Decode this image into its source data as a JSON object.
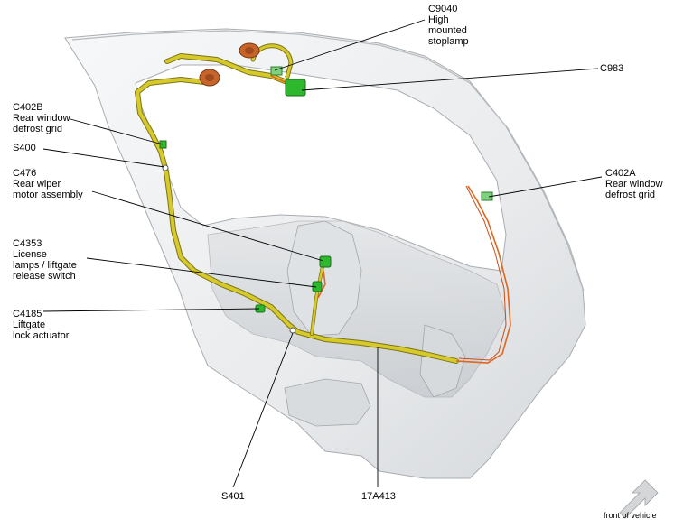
{
  "callouts": [
    {
      "id": "c9040",
      "lines": [
        "C9040",
        "High",
        "mounted",
        "stoplamp"
      ]
    },
    {
      "id": "c983",
      "lines": [
        "C983"
      ]
    },
    {
      "id": "c402b",
      "lines": [
        "C402B",
        "Rear window",
        "defrost grid"
      ]
    },
    {
      "id": "s400",
      "lines": [
        "S400"
      ]
    },
    {
      "id": "c476",
      "lines": [
        "C476",
        "Rear wiper",
        "motor assembly"
      ]
    },
    {
      "id": "c4353",
      "lines": [
        "C4353",
        "License",
        "lamps / liftgate",
        "release switch"
      ]
    },
    {
      "id": "c4185",
      "lines": [
        "C4185",
        "Liftgate",
        "lock actuator"
      ]
    },
    {
      "id": "c402a",
      "lines": [
        "C402A",
        "Rear window",
        "defrost grid"
      ]
    },
    {
      "id": "s401",
      "lines": [
        "S401"
      ]
    },
    {
      "id": "h17a413",
      "lines": [
        "17A413"
      ]
    }
  ],
  "orientation": {
    "label": "front of vehicle",
    "icon": "arrow-down-left-icon"
  },
  "colors": {
    "panel": "#eceeef",
    "panel_shadow": "#c9cdd1",
    "harness": "#d6c92a",
    "harness_dark": "#7d7418",
    "wire_orange": "#e0661d",
    "connector": "#2eb82e",
    "grommet": "#c8642a"
  }
}
